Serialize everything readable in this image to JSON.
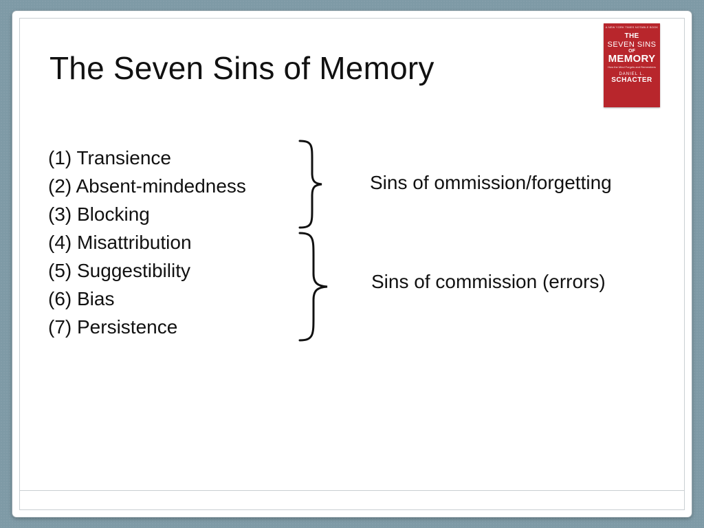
{
  "slide": {
    "title": "The Seven Sins of Memory",
    "items": [
      "(1) Transience",
      "(2) Absent-mindedness",
      "(3) Blocking",
      "(4) Misattribution",
      "(5) Suggestibility",
      "(6) Bias",
      "(7) Persistence"
    ],
    "groups": [
      {
        "label": "Sins of ommission/forgetting"
      },
      {
        "label": "Sins of commission (errors)"
      }
    ]
  },
  "book_cover": {
    "banner": "A NEW YORK TIMES NOTABLE BOOK",
    "title_line1": "THE",
    "title_line2": "SEVEN SINS",
    "title_line3": "OF",
    "title_line4": "MEMORY",
    "subtitle": "How the Mind Forgets and Remembers",
    "author_first": "DANIEL L.",
    "author_last": "SCHACTER",
    "color": "#b8262c"
  },
  "colors": {
    "background": "#7e9aa6",
    "slide": "#ffffff",
    "text": "#111111"
  }
}
